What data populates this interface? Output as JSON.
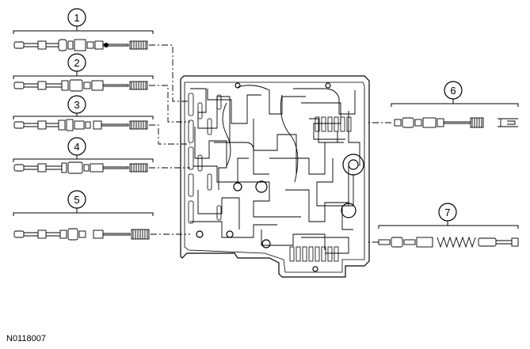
{
  "figure": {
    "id_label": "N0118007"
  },
  "callouts": [
    {
      "label": "1"
    },
    {
      "label": "2"
    },
    {
      "label": "3"
    },
    {
      "label": "4"
    },
    {
      "label": "5"
    },
    {
      "label": "6"
    },
    {
      "label": "7"
    }
  ],
  "colors": {
    "line": "#000000",
    "background": "#ffffff"
  }
}
